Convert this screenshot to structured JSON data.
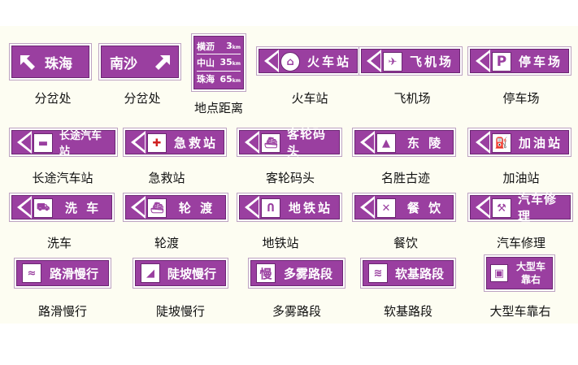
{
  "row1": {
    "fork1": {
      "sign": "珠海",
      "caption": "分岔处"
    },
    "fork2": {
      "sign": "南沙",
      "caption": "分岔处"
    },
    "distance": {
      "caption": "地点距离",
      "lines": [
        {
          "place": "横沥",
          "num": "3",
          "unit": "km"
        },
        {
          "place": "中山",
          "num": "35",
          "unit": "km"
        },
        {
          "place": "珠海",
          "num": "65",
          "unit": "km"
        }
      ]
    },
    "train": {
      "sign": "火车站",
      "caption": "火车站",
      "icon": "train-icon"
    },
    "airport": {
      "sign": "飞机场",
      "caption": "飞机场",
      "icon": "airplane-icon"
    },
    "parking": {
      "sign": "停车场",
      "caption": "停车场",
      "glyph": "P",
      "icon": "parking-icon"
    }
  },
  "row2": {
    "coach": {
      "sign": "长途汽车站",
      "caption": "长途汽车站",
      "icon": "bus-icon"
    },
    "firstaid": {
      "sign": "急救站",
      "caption": "急救站",
      "icon": "first-aid-icon"
    },
    "ferrypier": {
      "sign": "客轮码头",
      "caption": "客轮码头",
      "icon": "ship-icon"
    },
    "scenic": {
      "sign": "东 陵",
      "caption": "名胜古迹",
      "icon": "pagoda-icon"
    },
    "gas": {
      "sign": "加油站",
      "caption": "加油站",
      "icon": "fuel-pump-icon"
    }
  },
  "row3": {
    "carwash": {
      "sign": "洗 车",
      "caption": "洗车",
      "icon": "car-wash-icon"
    },
    "ferry": {
      "sign": "轮 渡",
      "caption": "轮渡",
      "icon": "ferry-icon"
    },
    "metro": {
      "sign": "地铁站",
      "caption": "地铁站",
      "icon": "metro-icon"
    },
    "food": {
      "sign": "餐 饮",
      "caption": "餐饮",
      "icon": "fork-knife-icon"
    },
    "repair": {
      "sign": "汽车修理",
      "caption": "汽车修理",
      "icon": "wrench-icon"
    }
  },
  "row4": {
    "slippery": {
      "sign": "路滑慢行",
      "caption": "路滑慢行",
      "icon": "slippery-car-icon"
    },
    "steep": {
      "sign": "陡坡慢行",
      "caption": "陡坡慢行",
      "icon": "steep-slope-icon"
    },
    "fog": {
      "sign": "多雾路段",
      "caption": "多雾路段",
      "glyph": "慢"
    },
    "soft": {
      "sign": "软基路段",
      "caption": "软基路段",
      "icon": "waves-icon"
    },
    "truck": {
      "sign_line1": "大型车",
      "sign_line2": "靠右",
      "caption": "大型车靠右",
      "icon": "truck-icon"
    }
  },
  "colors": {
    "sign_purple": "#9a3fa0",
    "sign_border": "#6c2673",
    "background": "#fdfdf2"
  }
}
